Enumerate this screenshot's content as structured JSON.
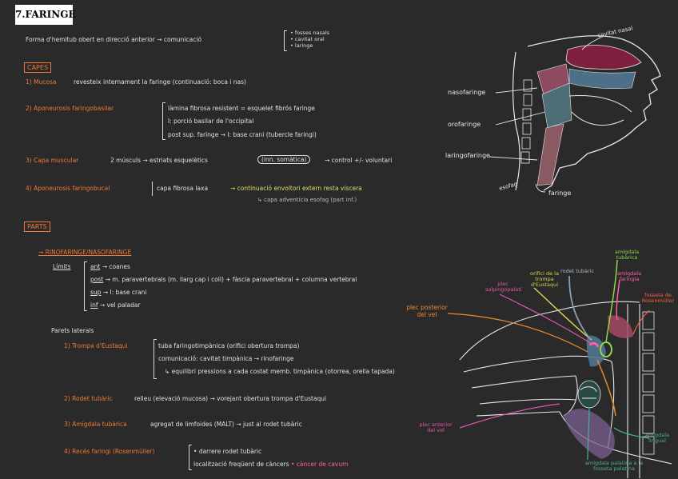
{
  "title": "7.FARINGE",
  "intro": {
    "text": "Forma d'hemitub obert en direcció anterior",
    "arrow": "comunicació",
    "items": [
      "fosses nasals",
      "cavitat oral",
      "laringe"
    ]
  },
  "capes": {
    "heading": "CAPES",
    "mucosa": {
      "label": "1) Mucosa",
      "text": "revesteix internament la faringe (continuació: boca i nas)"
    },
    "apofaringo": {
      "label": "2) Aponeurosis faringobasilar",
      "lines": [
        "làmina fibrosa resistent = esquelet fibrós faringe",
        "I: porció basilar de l'occipital",
        "post sup. faringe → I: base crani (tubercle faringi)"
      ]
    },
    "muscular": {
      "label": "3) Capa muscular",
      "text": "2 músculs → estriats esquelètics",
      "pill": "(inn. somàtica)",
      "after": "→ control +/- voluntari"
    },
    "apobucal": {
      "label": "4) Aponeurosis faringobucal",
      "text": "capa fibrosa laxa",
      "yellow": "→ continuació envoltori extern resta víscera",
      "sub": "↳ capa adventícia esofag (part inf.)"
    }
  },
  "parts": {
    "heading": "PARTS",
    "rino": "→ RINOFARINGE/NASOFARINGE",
    "limits_label": "Límits",
    "limits": [
      {
        "k": "ant",
        "v": "→ coanes"
      },
      {
        "k": "post",
        "v": "→ m. paravertebrals (m. llarg cap i coll) + fàscia paravertebral + columna vertebral"
      },
      {
        "k": "sup",
        "v": "→ I: base crani"
      },
      {
        "k": "inf",
        "v": "→ vel paladar"
      }
    ],
    "laterals": "Parets laterals",
    "trompa": {
      "label": "1) Trompa d'Eustaqui",
      "lines": [
        "tuba faringotimpànica (orifici obertura trompa)",
        "comunicació: cavitat timpànica → rinofaringe",
        "↳ equilibri pressions a cada costat memb. timpànica (otorrea, orella tapada)"
      ]
    },
    "rodet": {
      "label": "2) Rodet tubàric",
      "text": "relleu (elevació mucosa) → vorejant obertura trompa d'Eustaqui"
    },
    "amigdala": {
      "label": "3) Amígdala tubàrica",
      "text": "agregat de limfoides (MALT) → just al rodet tubàric"
    },
    "recess": {
      "label": "4) Recés faringi (Rosenmüller)",
      "lines": [
        "darrere rodet tubàric",
        "localització freqüent de càncers"
      ],
      "pink": "càncer de cavum"
    }
  },
  "diagram1": {
    "labels": {
      "cavitat": "cavitat nasal",
      "naso": "nasofaringe",
      "oro": "orofaringe",
      "laringo": "laringofaringe",
      "esofag": "esofag",
      "faringe": "faringe"
    },
    "colors": {
      "nose": "#7e1f3d",
      "naso": "#8e4a5e",
      "oro": "#4c6e74",
      "laringo": "#8a5a62",
      "cavity": "#4d6f87"
    }
  },
  "diagram2": {
    "labels": {
      "plec_post": "plec posterior del vel",
      "plec_ant": "plec anterior del vel",
      "plec_salp": "plec salpingopalatí",
      "orifici": "orifici de la trompa d'Eustaqui",
      "rodet": "rodet tubàric",
      "amig_tub": "amígdala tubàrica",
      "amig_far": "amígdala faríngia",
      "fosseta": "fosseta de Rosenmüller",
      "amig_ling": "amígdala lingual",
      "amig_pal": "amígdala palatina a la fosseta palatina"
    },
    "colors": {
      "orange": "#ef8a2a",
      "pink": "#e455b0",
      "yellow": "#d8d24a",
      "grey": "#8aa0b0",
      "green": "#8ed84a",
      "fuchsia": "#ff5fa8",
      "red": "#ff6040",
      "teal": "#4db09a"
    }
  }
}
